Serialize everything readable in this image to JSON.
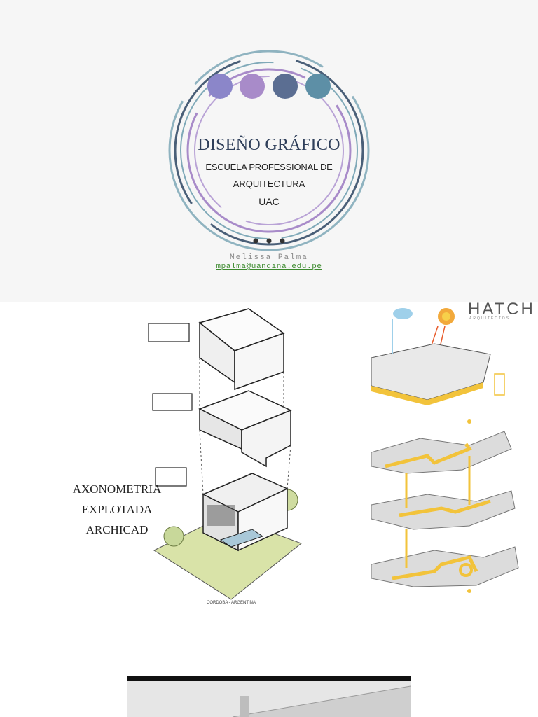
{
  "cover": {
    "title": "DISEÑO GRÁFICO",
    "school_line1": "ESCUELA PROFESSIONAL DE",
    "school_line2": "ARQUITECTURA",
    "institution": "UAC",
    "author": "Melissa Palma",
    "email": "mpalma@uandina.edu.pe",
    "dot_colors": [
      "#8b86c9",
      "#a88bc9",
      "#5b6e92",
      "#5d8fa6"
    ],
    "ring_colors": [
      "#7fa9b8",
      "#9a85c2",
      "#4a5f78"
    ]
  },
  "figures": {
    "axo_caption_line1": "AXONOMETRIA",
    "axo_caption_line2": "EXPLOTADA",
    "axo_caption_line3": "ARCHICAD",
    "axo_location": "CORDOBA - ARGENTINA",
    "hatch_logo": "HATCH",
    "hatch_sub": "ARQUITECTOS",
    "accent_color": "#f2c33b"
  }
}
